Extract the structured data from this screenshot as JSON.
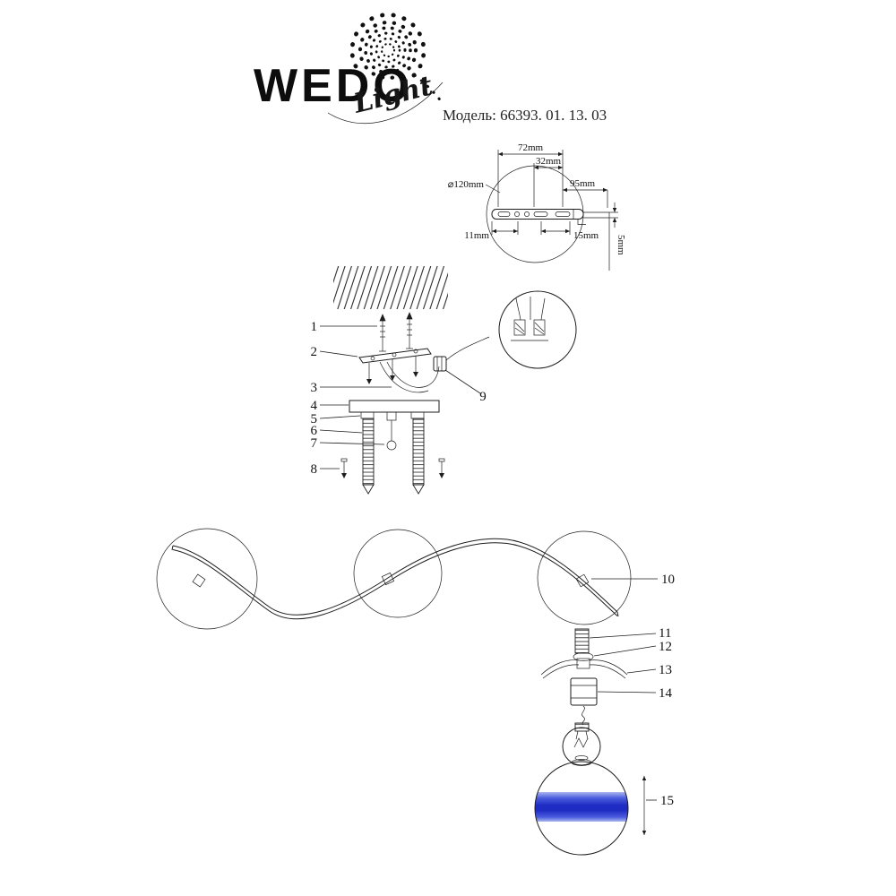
{
  "header": {
    "brand": "WEDO",
    "script": "Light",
    "model": "Модель: 66393. 01. 13. 03"
  },
  "dims": {
    "d72": "72mm",
    "d32": "32mm",
    "d95": "95mm",
    "d120": "⌀120mm",
    "d11": "11mm",
    "d15": "15mm",
    "d5": "5mm"
  },
  "callouts": {
    "1": "1",
    "2": "2",
    "3": "3",
    "4": "4",
    "5": "5",
    "6": "6",
    "7": "7",
    "8": "8",
    "9": "9",
    "10": "10",
    "11": "11",
    "12": "12",
    "13": "13",
    "14": "14",
    "15": "15"
  },
  "colors": {
    "ink": "#1d1d1d",
    "band_blue": "#1f2cc4",
    "band_blue_mid": "#4d5ede",
    "band_blue_light": "#aab6ef"
  }
}
